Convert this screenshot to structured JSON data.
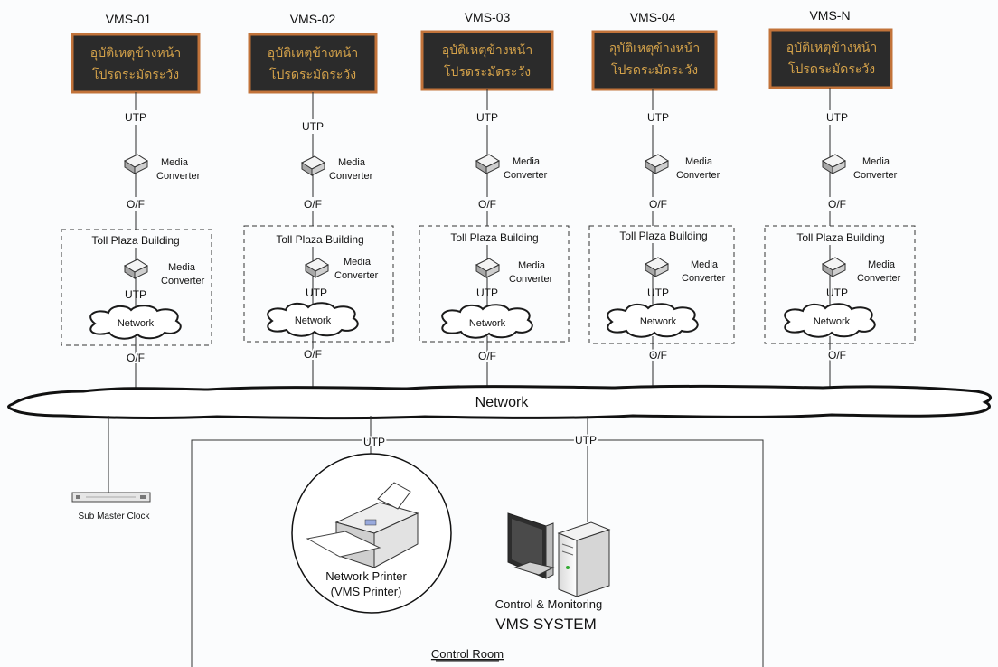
{
  "vms_units": [
    {
      "id": "VMS-01",
      "sign_line1": "อุบัติเหตุข้างหน้า",
      "sign_line2": "โปรดระมัดระวัง",
      "uplink": "UTP",
      "converter_label_1": "Media",
      "converter_label_2": "Converter",
      "fiber": "O/F",
      "building": "Toll Plaza Building",
      "inner_converter_1": "Media",
      "inner_converter_2": "Converter",
      "inner_link": "UTP",
      "network": "Network",
      "downlink": "O/F"
    },
    {
      "id": "VMS-02",
      "sign_line1": "อุบัติเหตุข้างหน้า",
      "sign_line2": "โปรดระมัดระวัง",
      "uplink": "UTP",
      "converter_label_1": "Media",
      "converter_label_2": "Converter",
      "fiber": "O/F",
      "building": "Toll Plaza Building",
      "inner_converter_1": "Media",
      "inner_converter_2": "Converter",
      "inner_link": "UTP",
      "network": "Network",
      "downlink": "O/F"
    },
    {
      "id": "VMS-03",
      "sign_line1": "อุบัติเหตุข้างหน้า",
      "sign_line2": "โปรดระมัดระวัง",
      "uplink": "UTP",
      "converter_label_1": "Media",
      "converter_label_2": "Converter",
      "fiber": "O/F",
      "building": "Toll Plaza Building",
      "inner_converter_1": "Media",
      "inner_converter_2": "Converter",
      "inner_link": "UTP",
      "network": "Network",
      "downlink": "O/F"
    },
    {
      "id": "VMS-04",
      "sign_line1": "อุบัติเหตุข้างหน้า",
      "sign_line2": "โปรดระมัดระวัง",
      "uplink": "UTP",
      "converter_label_1": "Media",
      "converter_label_2": "Converter",
      "fiber": "O/F",
      "building": "Toll Plaza Building",
      "inner_converter_1": "Media",
      "inner_converter_2": "Converter",
      "inner_link": "UTP",
      "network": "Network",
      "downlink": "O/F"
    },
    {
      "id": "VMS-N",
      "sign_line1": "อุบัติเหตุข้างหน้า",
      "sign_line2": "โปรดระมัดระวัง",
      "uplink": "UTP",
      "converter_label_1": "Media",
      "converter_label_2": "Converter",
      "fiber": "O/F",
      "building": "Toll Plaza Building",
      "inner_converter_1": "Media",
      "inner_converter_2": "Converter",
      "inner_link": "UTP",
      "network": "Network",
      "downlink": "O/F"
    }
  ],
  "backbone": {
    "label": "Network"
  },
  "sub_master_clock": {
    "label": "Sub Master Clock"
  },
  "control_room": {
    "label": "Control Room",
    "printer_link": "UTP",
    "system_link": "UTP",
    "printer_line1": "Network Printer",
    "printer_line2": "(VMS Printer)",
    "system_line1": "Control & Monitoring",
    "system_line2": "VMS SYSTEM"
  },
  "colors": {
    "sign_bg": "#2b2b2b",
    "sign_border": "#c2733a",
    "sign_text": "#d4a24a",
    "line": "#2a2a2a",
    "cloud_fill": "#ffffff"
  }
}
